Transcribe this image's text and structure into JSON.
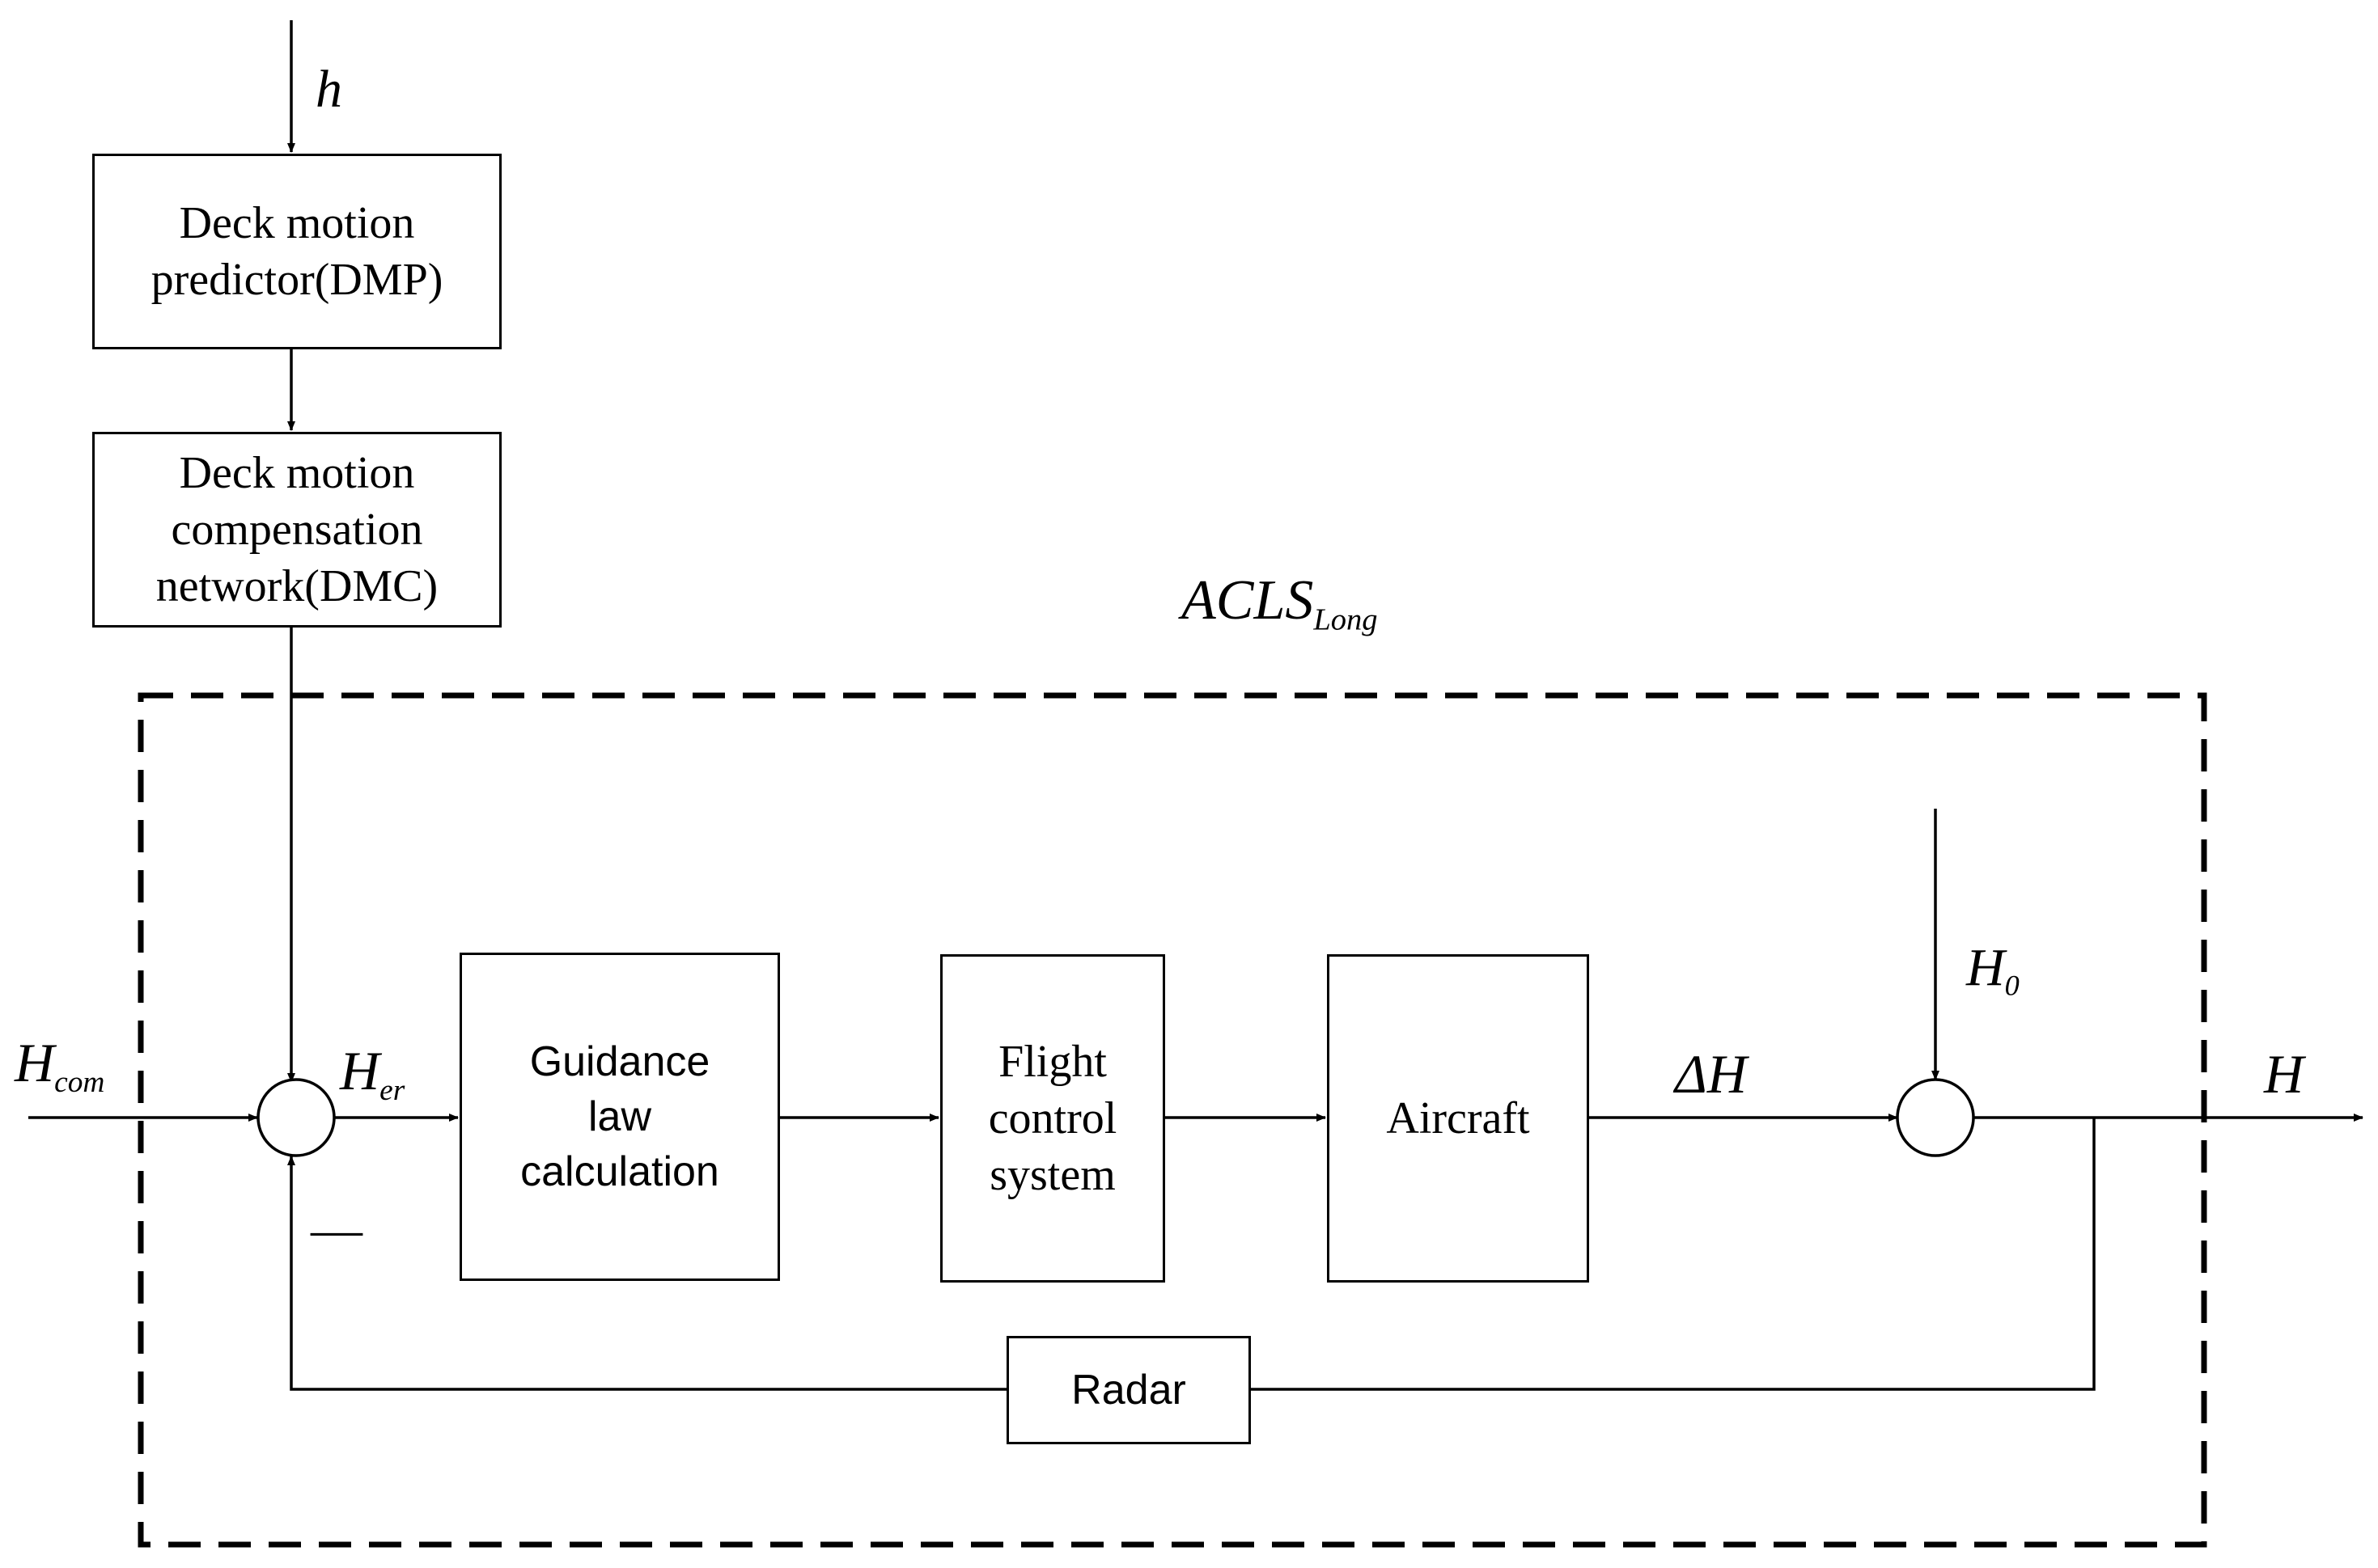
{
  "blocks": {
    "dmp": {
      "lines": [
        "Deck motion",
        "predictor(DMP)"
      ]
    },
    "dmc": {
      "lines": [
        "Deck motion",
        "compensation",
        "network(DMC)"
      ]
    },
    "guidance": {
      "lines": [
        "Guidance",
        "law",
        "calculation"
      ]
    },
    "fcs": {
      "lines": [
        "Flight",
        "control",
        "system"
      ]
    },
    "aircraft": {
      "lines": [
        "Aircraft"
      ]
    },
    "radar": {
      "lines": [
        "Radar"
      ]
    }
  },
  "signals": {
    "h": "h",
    "h_com": {
      "main": "H",
      "sub": "com"
    },
    "h_er": {
      "main": "H",
      "sub": "er"
    },
    "delta_h": "ΔH",
    "h0": {
      "main": "H",
      "sub": "0"
    },
    "h_out": "H",
    "minus": "—"
  },
  "region": {
    "main": "ACLS",
    "sub": "Long"
  }
}
